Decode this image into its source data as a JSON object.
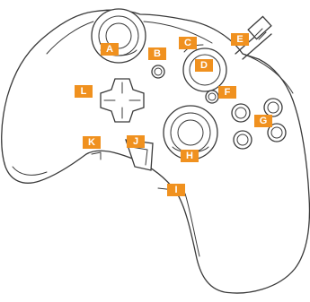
{
  "callouts": {
    "A": "A",
    "B": "B",
    "C": "C",
    "D": "D",
    "E": "E",
    "F": "F",
    "G": "G",
    "H": "H",
    "I": "I",
    "J": "J",
    "K": "K",
    "L": "L"
  },
  "colors": {
    "callout_bg": "#f0911f",
    "callout_text": "#ffffff",
    "outline": "#3a3a3a"
  }
}
